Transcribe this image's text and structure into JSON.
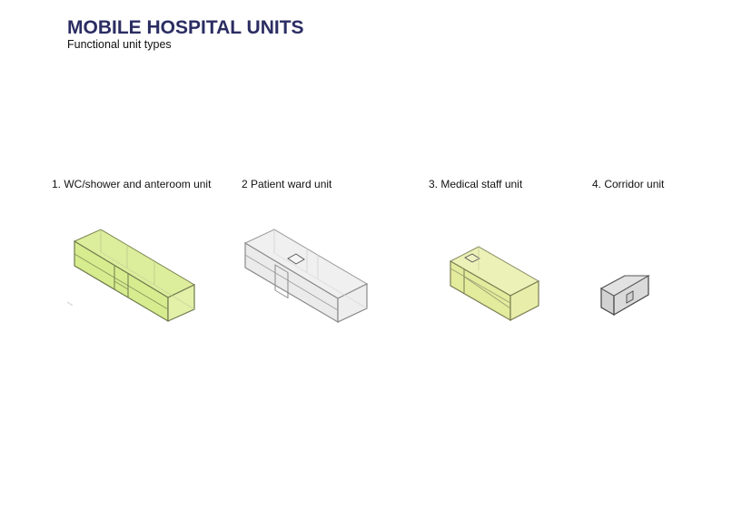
{
  "header": {
    "title": "MOBILE HOSPITAL UNITS",
    "subtitle": "Functional unit types"
  },
  "units": [
    {
      "label": "1. WC/shower and anteroom unit",
      "fill": "#e2f0a8",
      "stroke": "#6f7a4e"
    },
    {
      "label": "2 Patient ward unit",
      "fill": "#ececec",
      "stroke": "#8a8a8a"
    },
    {
      "label": "3. Medical staff unit",
      "fill": "#e6eea6",
      "stroke": "#7a7c52"
    },
    {
      "label": "4. Corridor unit",
      "fill": "#d9d9d9",
      "stroke": "#555555"
    }
  ]
}
